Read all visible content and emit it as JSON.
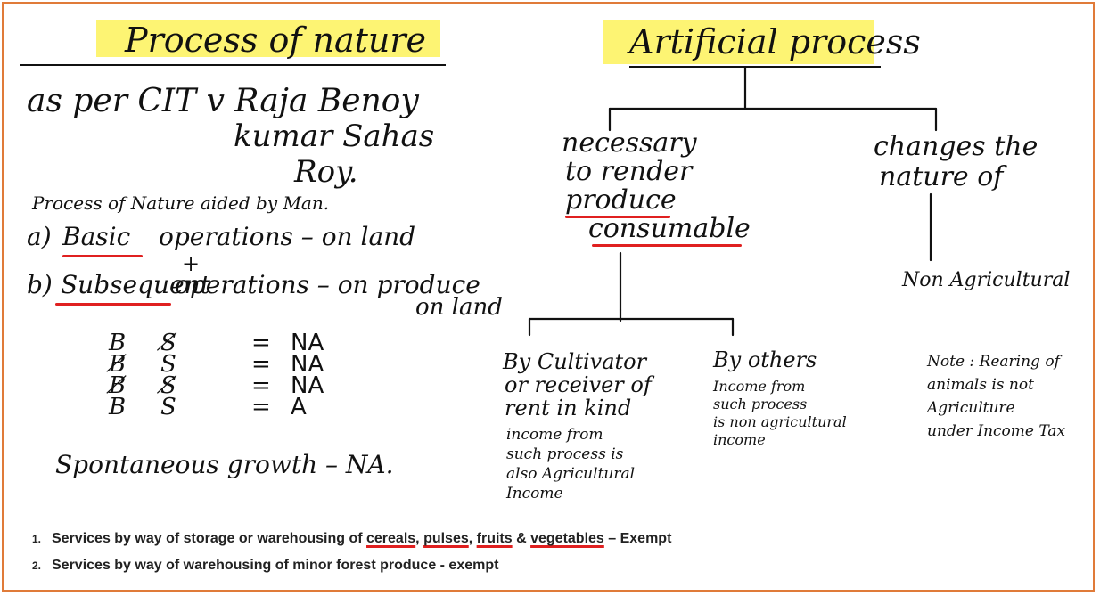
{
  "left": {
    "title": "Process of nature",
    "case_line1": "as per CIT v Raja Benoy",
    "case_line2": "kumar Sahas",
    "case_line3": "Roy.",
    "subtitle": "Process of Nature aided by Man.",
    "op_a_prefix": "a)",
    "op_a_word": "Basic",
    "op_a_rest": "operations – on land",
    "plus": "+",
    "op_b_prefix": "b)",
    "op_b_word": "Subsequent",
    "op_b_rest": "operations – on produce",
    "op_b_rest2": "on land",
    "matrix": [
      {
        "b": "B",
        "s": "S̸",
        "eq": "=",
        "r": "NA"
      },
      {
        "b": "B̸",
        "s": "S",
        "eq": "=",
        "r": "NA"
      },
      {
        "b": "B̸",
        "s": "S̸",
        "eq": "=",
        "r": "NA"
      },
      {
        "b": "B",
        "s": "S",
        "eq": "=",
        "r": "A"
      }
    ],
    "spontaneous": "Spontaneous growth – NA."
  },
  "right": {
    "title": "Artificial process",
    "branch_left_1": "necessary",
    "branch_left_2": "to render",
    "branch_left_3": "produce",
    "branch_left_4": "consumable",
    "branch_right_1": "changes the",
    "branch_right_2": "nature of",
    "non_agri": "Non Agricultural",
    "by_cultivator_1": "By Cultivator",
    "by_cultivator_2": "or receiver of",
    "by_cultivator_3": "rent in kind",
    "cultivator_note_1": "income from",
    "cultivator_note_2": "such process is",
    "cultivator_note_3": "also Agricultural",
    "cultivator_note_4": "Income",
    "by_others": "By others",
    "others_note_1": "Income from",
    "others_note_2": "such process",
    "others_note_3": "is non agricultural",
    "others_note_4": "income",
    "note_1": "Note : Rearing of",
    "note_2": "animals is not",
    "note_3": "Agriculture",
    "note_4": "under Income Tax"
  },
  "list": {
    "item1_num": "1.",
    "item1_pre": "Services by way of storage or warehousing of ",
    "item1_w1": "cereals",
    "item1_c1": ", ",
    "item1_w2": "pulses",
    "item1_c2": ", ",
    "item1_w3": "fruits",
    "item1_c3": " & ",
    "item1_w4": "vegetables",
    "item1_post": " – Exempt",
    "item2_num": "2.",
    "item2_text": "Services by way of warehousing of minor forest produce - exempt"
  },
  "colors": {
    "border": "#e07b39",
    "highlight": "#fdf25a",
    "underline": "#e02020"
  }
}
